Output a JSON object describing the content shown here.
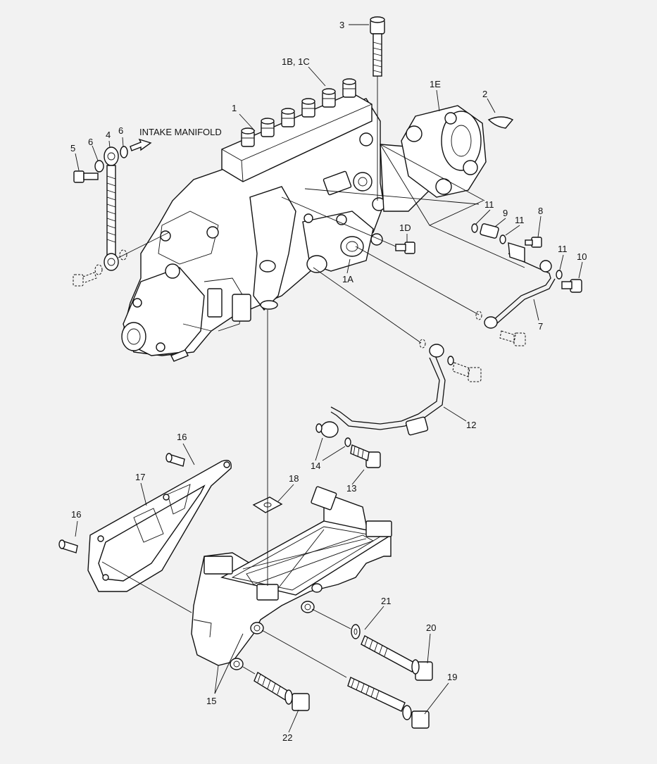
{
  "diagram": {
    "callouts": {
      "c1": "1",
      "c1a": "1A",
      "c1bc": "1B, 1C",
      "c1d": "1D",
      "c1e": "1E",
      "c2": "2",
      "c3": "3",
      "c4": "4",
      "c5": "5",
      "c6a": "6",
      "c6b": "6",
      "c7": "7",
      "c8": "8",
      "c9": "9",
      "c10": "10",
      "c11a": "11",
      "c11b": "11",
      "c11c": "11",
      "c12": "12",
      "c13": "13",
      "c14": "14",
      "c15": "15",
      "c16a": "16",
      "c16b": "16",
      "c17": "17",
      "c18": "18",
      "c19": "19",
      "c20": "20",
      "c21": "21",
      "c22": "22"
    },
    "note_intake": "INTAKE MANIFOLD"
  }
}
